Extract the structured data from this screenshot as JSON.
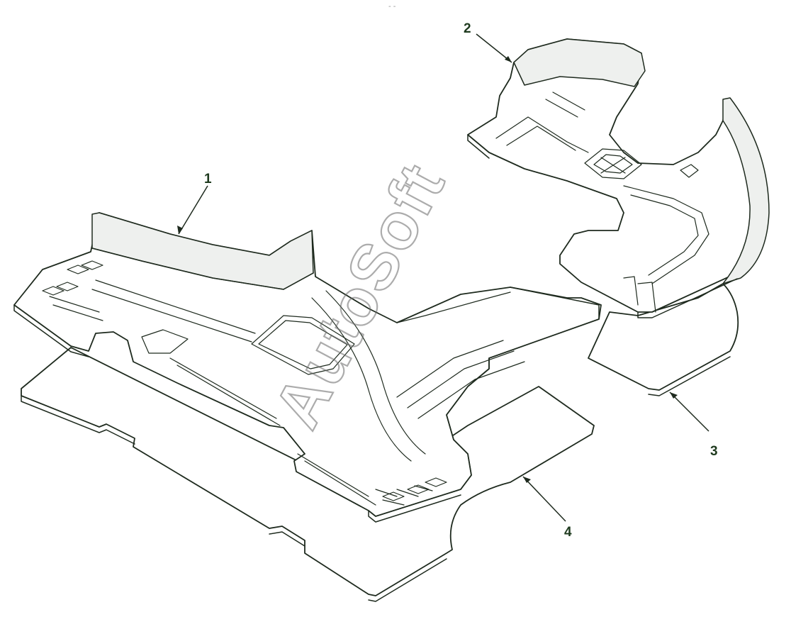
{
  "diagram": {
    "callouts": [
      {
        "id": "1",
        "label": "1"
      },
      {
        "id": "2",
        "label": "2"
      },
      {
        "id": "3",
        "label": "3"
      },
      {
        "id": "4",
        "label": "4"
      }
    ],
    "watermark": "AutoSoft",
    "top_mark": "- -"
  },
  "colors": {
    "line": "#1e2a1e",
    "callout": "#1e3a1e",
    "watermark": "#6a6a6a",
    "background": "#ffffff"
  }
}
